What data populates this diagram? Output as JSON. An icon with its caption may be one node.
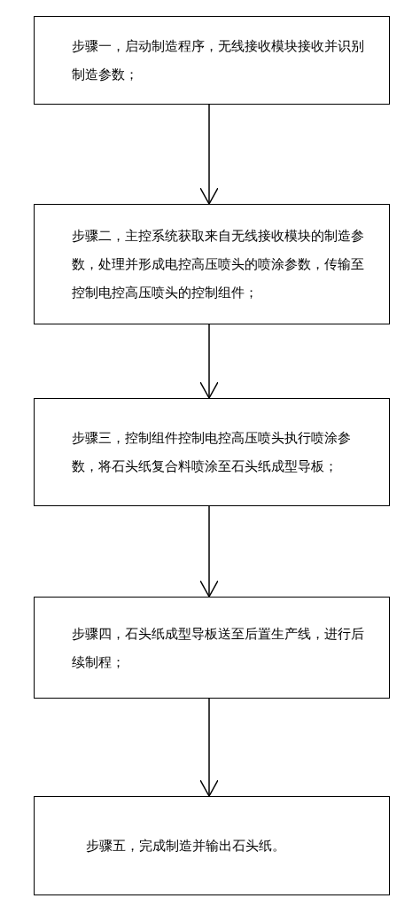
{
  "diagram": {
    "nodes": [
      {
        "text": [
          "步骤一，启动制造程序，无线接收模块接收并识别制造参数；"
        ]
      },
      {
        "text": [
          "步骤二，主控系统获取来自无线接收模块的制造参数，处理并形成电控高压喷头的喷涂参数，传输至控制电控高压喷头的控制组件；"
        ]
      },
      {
        "text": [
          "步骤三，控制组件控制电控高压喷头执行喷涂参数，将石头纸复合料喷涂至石头纸成型导板；"
        ]
      },
      {
        "text": [
          "步骤四，石头纸成型导板送至后置生产线，进行后续制程；"
        ]
      },
      {
        "text": [
          "步骤五，完成制造并输出石头纸。"
        ]
      }
    ],
    "edges": [
      {
        "from": 0,
        "to": 1,
        "arrow": "to"
      },
      {
        "from": 1,
        "to": 2,
        "arrow": "to"
      },
      {
        "from": 2,
        "to": 3,
        "arrow": "to"
      },
      {
        "from": 3,
        "to": 4,
        "arrow": "to"
      }
    ]
  }
}
